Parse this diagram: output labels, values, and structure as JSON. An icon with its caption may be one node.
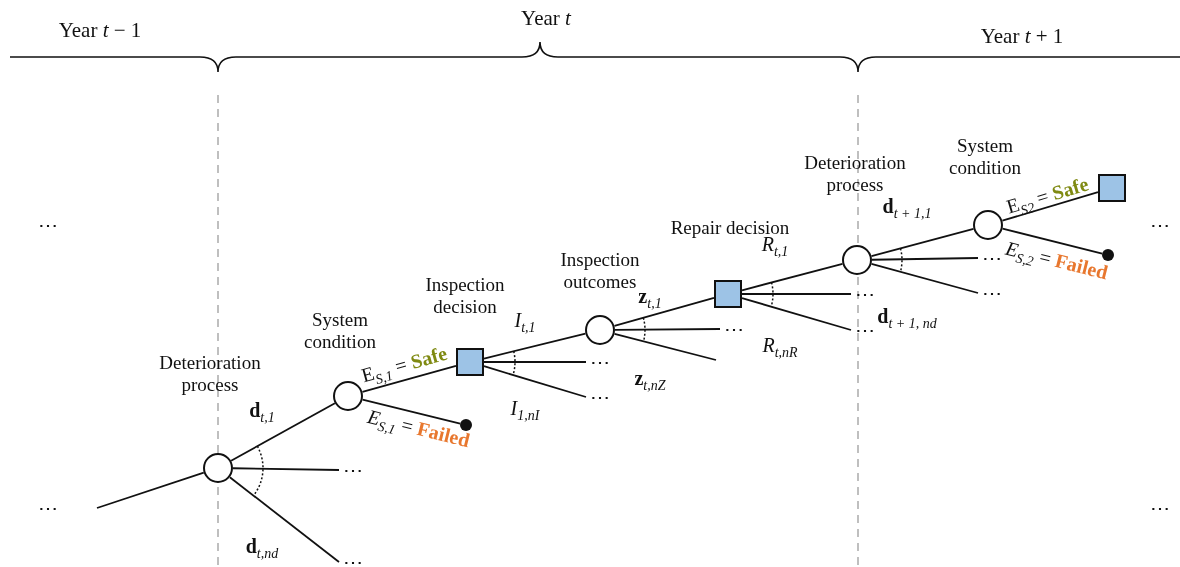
{
  "diagram": {
    "nodes": [
      {
        "text": [],
        "shape": "circle",
        "beside": [
          "Deterioration process"
        ]
      },
      {
        "text": [],
        "shape": "circle",
        "beside": [
          "System condition"
        ]
      },
      {
        "text": [],
        "shape": "box",
        "beside": [
          "Inspection decision"
        ]
      },
      {
        "text": [],
        "shape": "dot"
      },
      {
        "text": [],
        "shape": "circle",
        "beside": [
          "Inspection outcomes"
        ]
      },
      {
        "text": [],
        "shape": "box",
        "beside": [
          "Repair decision"
        ]
      },
      {
        "text": [],
        "shape": "circle",
        "beside": [
          "Deterioration process"
        ]
      },
      {
        "text": [],
        "shape": "circle",
        "beside": [
          "System condition"
        ]
      },
      {
        "text": [],
        "shape": "box"
      },
      {
        "text": [],
        "shape": "dot"
      },
      {
        "text": [
          "⋯"
        ]
      },
      {
        "text": [
          "⋯"
        ]
      },
      {
        "text": [
          "⋯"
        ]
      },
      {
        "text": [
          "⋯"
        ]
      },
      {
        "text": [
          "⋯"
        ]
      },
      {
        "text": [
          "⋯"
        ]
      },
      {
        "text": [
          "⋯"
        ]
      },
      {
        "text": [
          "⋯"
        ]
      },
      {
        "text": [
          "⋯"
        ]
      }
    ],
    "edges": [
      {
        "from": null,
        "to": 0,
        "arrow": "none"
      },
      {
        "from": 0,
        "to": 1,
        "arrow": "none",
        "label": "**d**$_{t,1}$"
      },
      {
        "from": 0,
        "to": 10,
        "arrow": "none"
      },
      {
        "from": 0,
        "to": 11,
        "arrow": "none",
        "label": "**d**$_{t,n}$$_{d}$"
      },
      {
        "from": 1,
        "to": 2,
        "arrow": "none",
        "label": "E$_{S,1}$ = **Safe**"
      },
      {
        "from": 1,
        "to": 3,
        "arrow": "none",
        "label": "*E*$_{S,1}$ = **Failed**"
      },
      {
        "from": 2,
        "to": 4,
        "arrow": "none",
        "label": "*I*$_{t,1}$"
      },
      {
        "from": 2,
        "to": 12,
        "arrow": "none"
      },
      {
        "from": 2,
        "to": 13,
        "arrow": "none",
        "label": "*I*$_{1,n}$$_{I}$"
      },
      {
        "from": 4,
        "to": 5,
        "arrow": "none",
        "label": "**z**$_{t,1}$"
      },
      {
        "from": 4,
        "to": 14,
        "arrow": "none"
      },
      {
        "from": 4,
        "to": null,
        "arrow": "none",
        "label": "**z**$_{t,n}$$_{Z}$"
      },
      {
        "from": 5,
        "to": 6,
        "arrow": "none",
        "label": "*R*$_{t,1}$"
      },
      {
        "from": 5,
        "to": 15,
        "arrow": "none"
      },
      {
        "from": 5,
        "to": 16,
        "arrow": "none",
        "label": "*R*$_{t,n}$$_{R}$"
      },
      {
        "from": 6,
        "to": 7,
        "arrow": "none",
        "label": "**d**$_{t + 1,1}$"
      },
      {
        "from": 6,
        "to": 17,
        "arrow": "none"
      },
      {
        "from": 6,
        "to": 18,
        "arrow": "none",
        "label": "**d**$_{t + 1, n}$$_{d}$"
      },
      {
        "from": 7,
        "to": 8,
        "arrow": "none",
        "label": "E$_{S2}$ = **Safe**"
      },
      {
        "from": 7,
        "to": 9,
        "arrow": "none",
        "label": "*E*$_{S,2}$ = **Failed**"
      }
    ],
    "labels": [
      "Year *t* − 1",
      "Year *t*",
      "Year *t* + 1",
      "⋯",
      "⋯",
      "⋯",
      "⋯"
    ]
  }
}
